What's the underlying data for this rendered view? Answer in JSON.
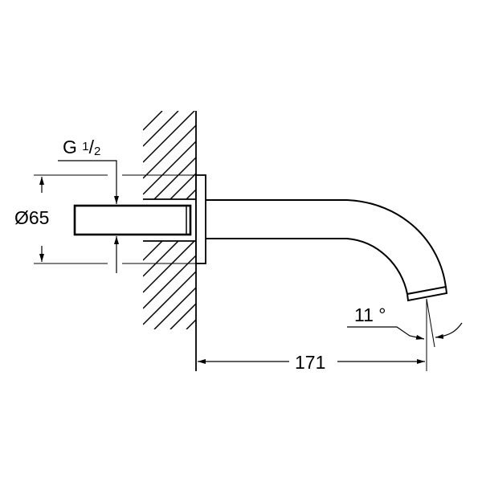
{
  "drawing": {
    "title": "Wall-mounted bath spout technical drawing",
    "colors": {
      "line": "#000000",
      "background": "#ffffff"
    }
  },
  "dimensions": {
    "diameter": {
      "symbol": "Ø",
      "value": "65",
      "label": "Ø65"
    },
    "thread": {
      "prefix": "G",
      "numerator": "1",
      "slash": "/",
      "denominator": "2",
      "label": "G 1/2"
    },
    "projection": {
      "value": "171",
      "label": "171"
    },
    "angle": {
      "value": "11",
      "unit": "°",
      "label": "11 °"
    }
  }
}
